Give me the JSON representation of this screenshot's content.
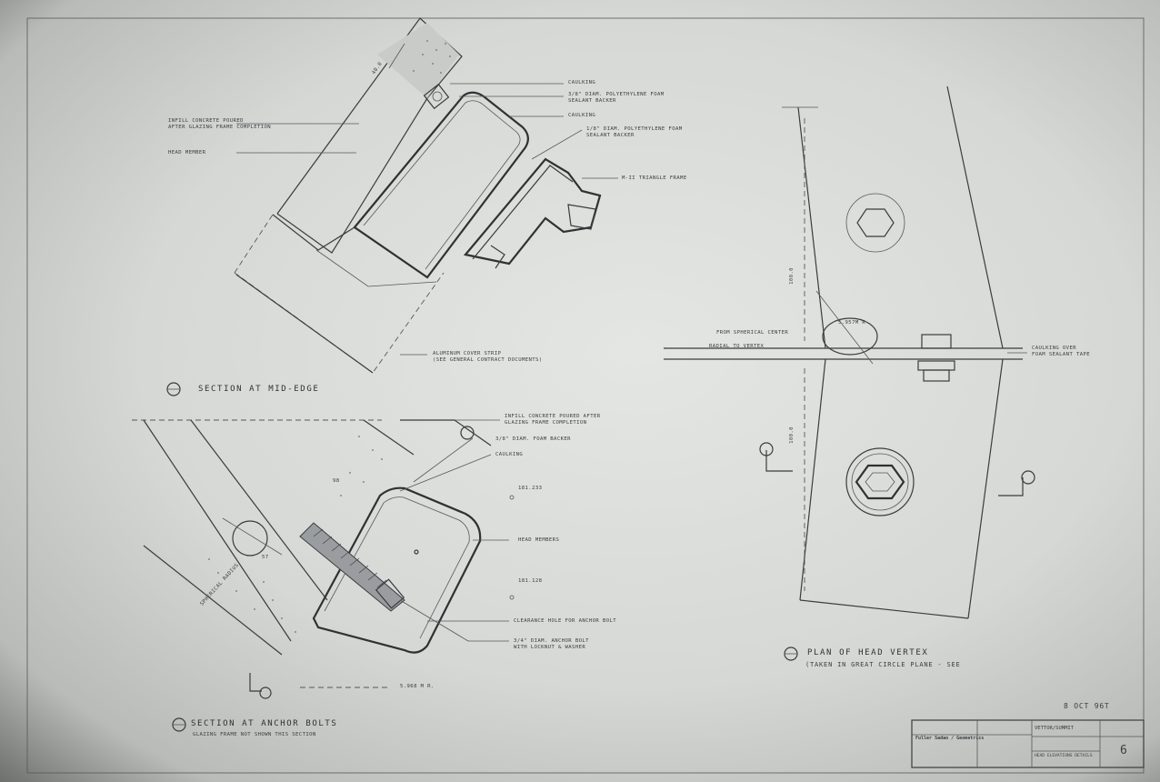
{
  "details": {
    "mid_edge": {
      "title": "SECTION AT MID-EDGE",
      "labels": {
        "caulking_top": "CAULKING",
        "foam_backer_1": "3/8\" DIAM. POLYETHYLENE FOAM",
        "foam_backer_1b": "SEALANT BACKER",
        "caulking_2": "CAULKING",
        "foam_backer_2": "1/8\" DIAM. POLYETHYLENE FOAM",
        "foam_backer_2b": "SEALANT BACKER",
        "triangle_frame": "M-II TRIANGLE FRAME",
        "infill_concrete": "INFILL CONCRETE POURED",
        "infill_concrete_b": "AFTER GLAZING FRAME COMPLETION",
        "head_member": "HEAD MEMBER",
        "aluminum_strip": "ALUMINUM COVER STRIP",
        "aluminum_strip_b": "(SEE GENERAL CONTRACT DOCUMENTS)"
      },
      "dims": {
        "top": "40.0"
      }
    },
    "anchor_bolts": {
      "title": "SECTION AT ANCHOR BOLTS",
      "subtitle": "GLAZING FRAME NOT SHOWN THIS SECTION",
      "labels": {
        "infill": "INFILL CONCRETE POURED AFTER",
        "infill_b": "GLAZING FRAME COMPLETION",
        "foam_backer": "3/8\" DIAM. FOAM BACKER",
        "caulking": "CAULKING",
        "elev_1": "181.233",
        "head_member": "HEAD MEMBERS",
        "elev_2": "181.128",
        "clearance_hole": "CLEARANCE HOLE FOR ANCHOR BOLT",
        "anchor_bolt": "3/4\" DIAM. ANCHOR BOLT",
        "anchor_bolt_b": "WITH LOCKNUT & WASHER",
        "radius": "5.968 M R.",
        "spherical_radius": "SPHERICAL RADIUS",
        "dim_a": "98",
        "dim_b": "57"
      }
    },
    "head_vertex": {
      "title": "PLAN OF HEAD VERTEX",
      "subtitle": "(TAKEN IN GREAT CIRCLE PLANE - SEE",
      "labels": {
        "from_center": "FROM SPHERICAL CENTER",
        "radial": "RADIAL TO VERTEX",
        "caulking_foam": "CAULKING OVER",
        "caulking_foam_b": "FOAM SEALANT TAPE",
        "dim_1": "100.0",
        "dim_2": "100.0",
        "radius_tag": "5.957M R"
      }
    }
  },
  "title_block": {
    "date": "8 OCT 96T",
    "firm": "Fuller Sadao / Geometrics",
    "project": "VETTOR/SUMMIT",
    "drawing_title": "HEAD ELEVATIONS DETAILS",
    "sheet_no": "6"
  },
  "colors": {
    "paper": "#dcdedc",
    "ink": "#3a3c3e",
    "vignette": "#6e706e"
  }
}
